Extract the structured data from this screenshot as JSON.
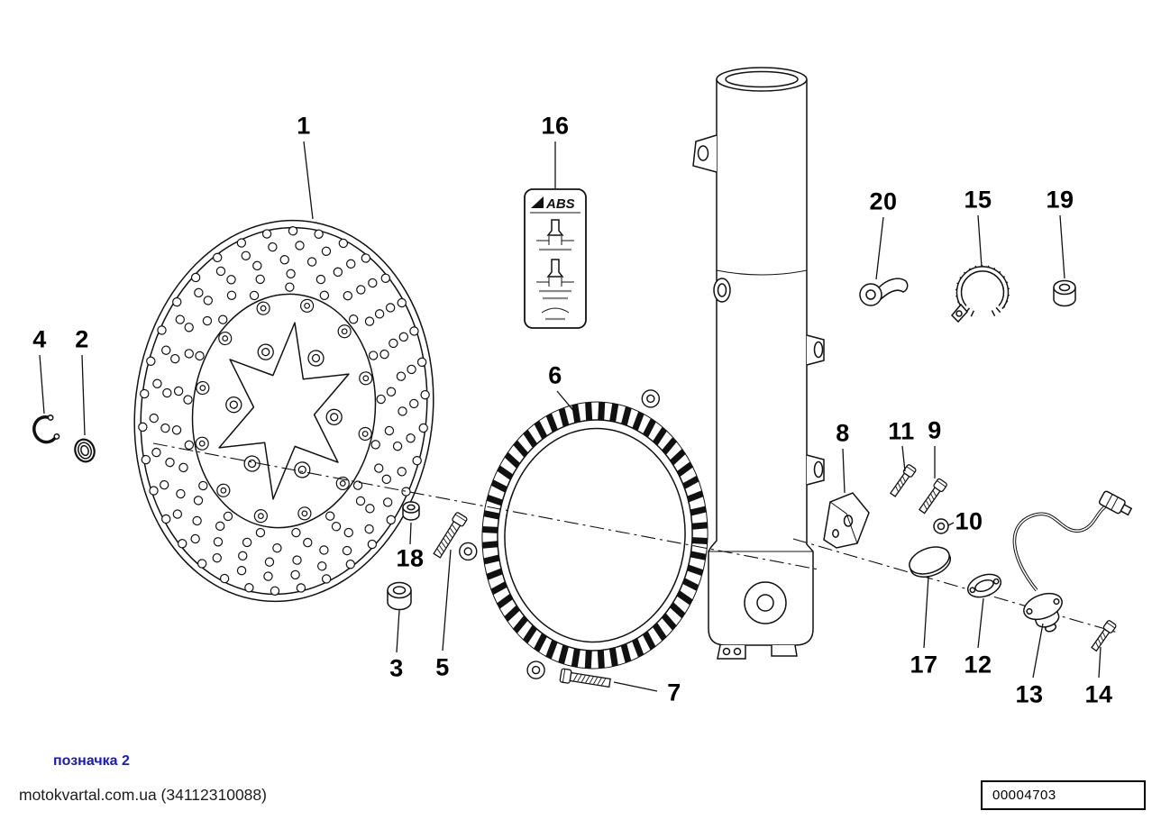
{
  "callouts": {
    "c1": "1",
    "c2": "2",
    "c3": "3",
    "c4": "4",
    "c5": "5",
    "c6": "6",
    "c7": "7",
    "c8": "8",
    "c9": "9",
    "c10": "10",
    "c11": "11",
    "c12": "12",
    "c13": "13",
    "c14": "14",
    "c15": "15",
    "c16": "16",
    "c17": "17",
    "c18": "18",
    "c19": "19",
    "c20": "20"
  },
  "abs_sticker": {
    "brand": "ABS"
  },
  "footer": {
    "mark_label": "позначка 2",
    "site_label": "motokvartal.com.ua (34112310088)",
    "doc_number": "00004703"
  },
  "colors": {
    "watermark_blue": "#1717cf",
    "drawing_ink": "#111111"
  }
}
